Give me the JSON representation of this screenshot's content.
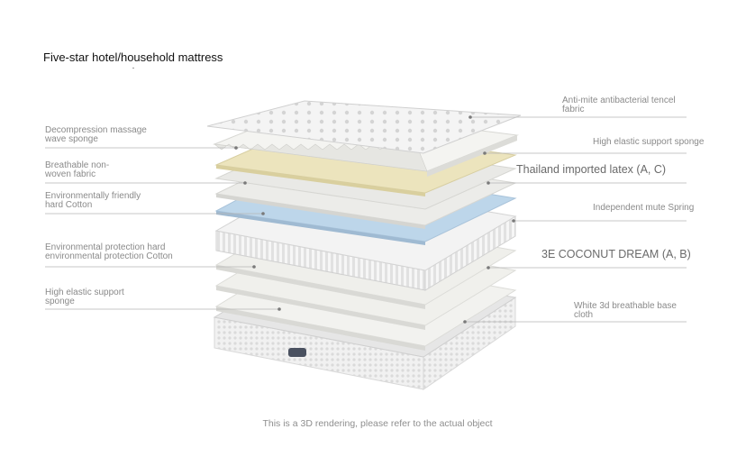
{
  "title": "Five-star hotel/household mattress",
  "caption": "This is a 3D rendering, please refer to the actual object",
  "labels": {
    "left": [
      "Decompression massage\nwave sponge",
      "Breathable non-\nwoven fabric",
      "Environmentally friendly\nhard Cotton",
      "Environmental protection hard\nenvironmental protection Cotton",
      "High elastic support\nsponge"
    ],
    "right": [
      "Anti-mite antibacterial tencel\nfabric",
      "High elastic support sponge",
      "Thailand imported latex (A, C)",
      "Independent mute Spring",
      "3E COCONUT DREAM (A, B)",
      "White 3d breathable base\ncloth"
    ]
  },
  "colors": {
    "latex": "#ece4bd",
    "blue_layer": "#bdd6ea",
    "sponge": "#efefeb",
    "leader": "#b5b5b5"
  }
}
